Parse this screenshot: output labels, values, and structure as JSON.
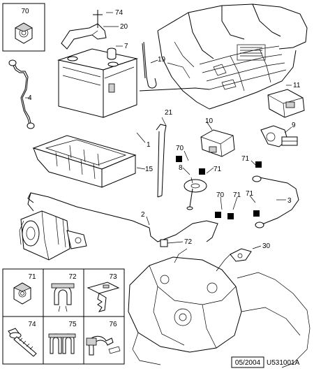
{
  "footer": {
    "date": "05/2004",
    "reference": "U531001A"
  },
  "callouts": {
    "c70": "70",
    "c74": "74",
    "c20": "20",
    "c7": "7",
    "c19": "19",
    "c4": "4",
    "c11": "11",
    "c21": "21",
    "c10": "10",
    "c9": "9",
    "c1": "1",
    "c15": "15",
    "c70b": "70",
    "c8": "8",
    "c71a": "71",
    "c71b": "71",
    "c71c": "71",
    "c3": "3",
    "c70c": "70",
    "c71d": "71",
    "c2": "2",
    "c72": "72",
    "c30": "30"
  },
  "parts_grid": [
    {
      "ref": "71",
      "icon": "nut"
    },
    {
      "ref": "72",
      "icon": "cable-clip"
    },
    {
      "ref": "73",
      "icon": "push-clip"
    },
    {
      "ref": "74",
      "icon": "bolt"
    },
    {
      "ref": "75",
      "icon": "double-clip"
    },
    {
      "ref": "76",
      "icon": "strap-clip"
    }
  ],
  "top_part": {
    "ref": "70",
    "icon": "nut"
  }
}
